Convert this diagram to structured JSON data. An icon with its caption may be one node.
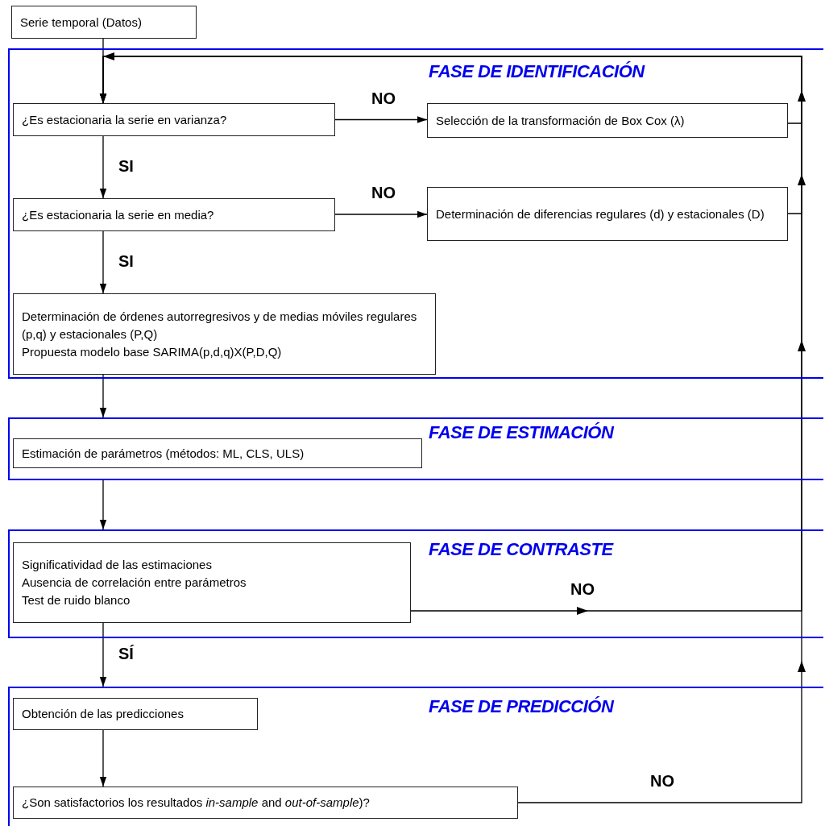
{
  "diagram": {
    "nodes": [
      {
        "text": [
          "Serie temporal (Datos)"
        ]
      },
      {
        "text": [
          "FASE DE IDENTIFICACIÓN"
        ]
      },
      {
        "text": [
          "¿Es estacionaria la serie en varianza?"
        ],
        "in": 1
      },
      {
        "text": [
          "Selección de la transformación de Box Cox (λ)"
        ],
        "in": 1
      },
      {
        "text": [
          "¿Es estacionaria la serie en media?"
        ],
        "in": 1
      },
      {
        "text": [
          "Determinación de diferencias regulares (d) y estacionales (D)"
        ],
        "in": 1
      },
      {
        "text": [
          "Determinación de órdenes autorregresivos y de medias móviles regulares (p,q) y estacionales (P,Q)",
          "Propuesta modelo base SARIMA(p,d,q)X(P,D,Q)"
        ],
        "in": 1
      },
      {
        "text": [
          "FASE DE ESTIMACIÓN"
        ]
      },
      {
        "text": [
          "Estimación de parámetros  (métodos: ML, CLS, ULS)"
        ],
        "in": 7
      },
      {
        "text": [
          "FASE DE CONTRASTE"
        ]
      },
      {
        "text": [
          "Significatividad de las estimaciones",
          "Ausencia de correlación entre parámetros",
          "Test de ruido blanco"
        ],
        "in": 9
      },
      {
        "text": [
          "FASE DE PREDICCIÓN"
        ]
      },
      {
        "text": [
          "Obtención de las predicciones"
        ],
        "in": 11
      },
      {
        "text": [
          "¿Son satisfactorios los resultados *in-sample* and *out-of-sample*)?"
        ],
        "in": 11
      }
    ],
    "edges": [
      {
        "from": 0,
        "to": 2,
        "arrow": "to"
      },
      {
        "from": 2,
        "to": 3,
        "arrow": "to",
        "label": "NO"
      },
      {
        "from": 2,
        "to": 4,
        "arrow": "to",
        "label": "SI"
      },
      {
        "from": 4,
        "to": 5,
        "arrow": "to",
        "label": "NO"
      },
      {
        "from": 4,
        "to": 6,
        "arrow": "to",
        "label": "SI"
      },
      {
        "from": 6,
        "to": 7,
        "arrow": "to"
      },
      {
        "from": 7,
        "to": 9,
        "arrow": "to"
      },
      {
        "from": 10,
        "to": 11,
        "arrow": "to",
        "label": "SÍ"
      },
      {
        "from": 12,
        "to": 13,
        "arrow": "to"
      },
      {
        "from": 3,
        "to": 2,
        "arrow": "to"
      },
      {
        "from": 5,
        "to": 2,
        "arrow": "to"
      },
      {
        "from": 10,
        "to": 2,
        "arrow": "to",
        "label": "NO"
      },
      {
        "from": 13,
        "to": 2,
        "arrow": "to",
        "label": "NO"
      }
    ]
  }
}
